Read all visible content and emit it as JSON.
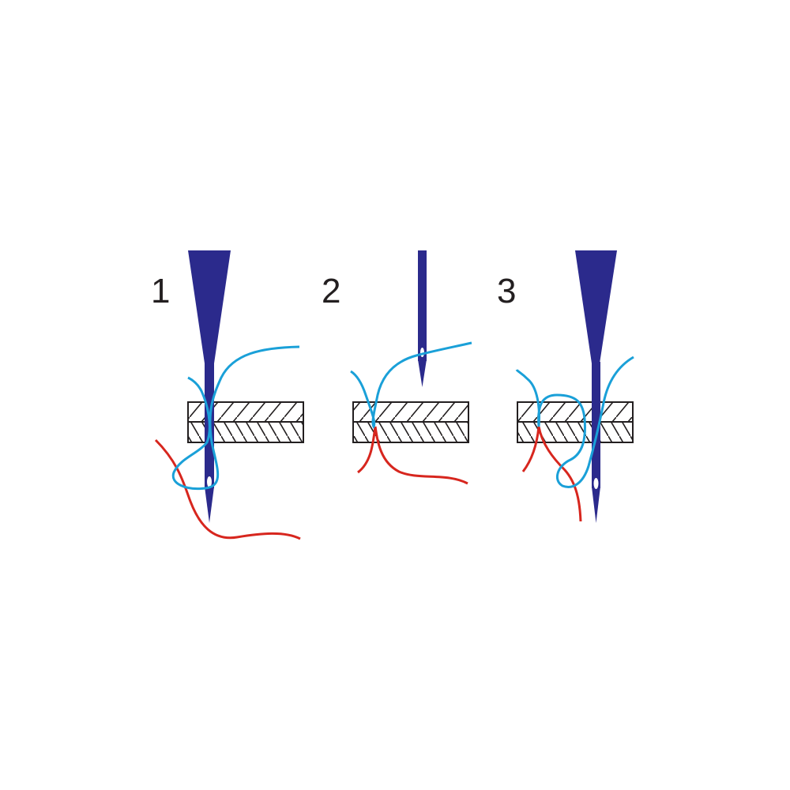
{
  "diagram": {
    "steps": [
      {
        "number": "1",
        "needle": "needle-icon",
        "threads": [
          "upper-thread",
          "lower-thread"
        ]
      },
      {
        "number": "2",
        "needle": "needle-icon",
        "threads": [
          "upper-thread",
          "lower-thread"
        ]
      },
      {
        "number": "3",
        "needle": "needle-icon",
        "threads": [
          "upper-thread",
          "lower-thread"
        ]
      }
    ],
    "colors": {
      "needle": "#2b2a8c",
      "upper_thread": "#1aa0d8",
      "lower_thread": "#d7261e",
      "fabric_outline": "#231f20",
      "background": "#ffffff"
    }
  }
}
